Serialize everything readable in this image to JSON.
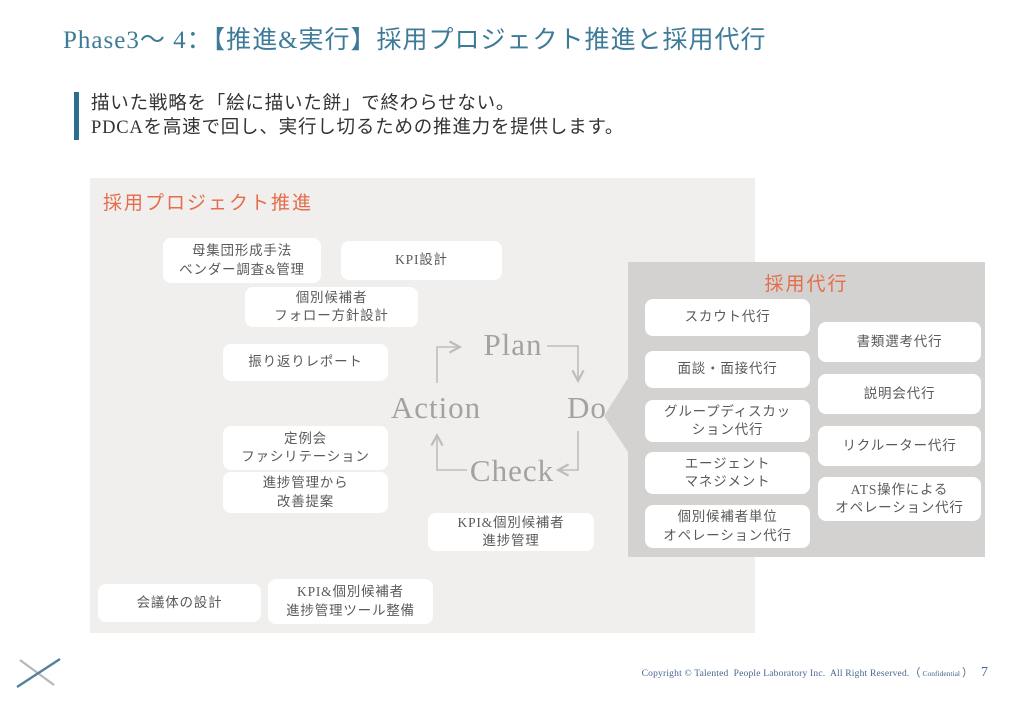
{
  "title": "Phase3～ 4：【推進&実行】採用プロジェクト推進と採用代行",
  "subtitle": {
    "line1": "描いた戦略を「絵に描いた餅」で終わらせない。",
    "line2": "PDCAを高速で回し、実行し切るための推進力を提供します。"
  },
  "promotion_panel": {
    "heading": "採用プロジェクト推進",
    "boxes": [
      {
        "lines": [
          "母集団形成手法",
          "ベンダー調査&管理"
        ]
      },
      {
        "lines": [
          "KPI設計"
        ]
      },
      {
        "lines": [
          "個別候補者",
          "フォロー方針設計"
        ]
      },
      {
        "lines": [
          "振り返りレポート"
        ]
      },
      {
        "lines": [
          "定例会",
          "ファシリテーション"
        ]
      },
      {
        "lines": [
          "進捗管理から",
          "改善提案"
        ]
      },
      {
        "lines": [
          "KPI&個別候補者",
          "進捗管理"
        ]
      },
      {
        "lines": [
          "会議体の設計"
        ]
      },
      {
        "lines": [
          "KPI&個別候補者",
          "進捗管理ツール整備"
        ]
      }
    ]
  },
  "pdca": {
    "plan": "Plan",
    "do": "Do",
    "check": "Check",
    "action": "Action"
  },
  "agency_panel": {
    "heading": "採用代行",
    "left_boxes": [
      {
        "lines": [
          "スカウト代行"
        ]
      },
      {
        "lines": [
          "面談・面接代行"
        ]
      },
      {
        "lines": [
          "グループディスカッ",
          "ション代行"
        ]
      },
      {
        "lines": [
          "エージェント",
          "マネジメント"
        ]
      },
      {
        "lines": [
          "個別候補者単位",
          "オペレーション代行"
        ]
      }
    ],
    "right_boxes": [
      {
        "lines": [
          "書類選考代行"
        ]
      },
      {
        "lines": [
          "説明会代行"
        ]
      },
      {
        "lines": [
          "リクルーター代行"
        ]
      },
      {
        "lines": [
          "ATS操作による",
          "オペレーション代行"
        ]
      }
    ]
  },
  "footer": {
    "copyright": "Copyright © Talented  People Laboratory Inc.  All Right Reserved.",
    "paren_open": "（",
    "confidential": "Confidential",
    "paren_close": "）",
    "page_number": "7"
  },
  "colors": {
    "title_teal": "#3e7b98",
    "accent_orange": "#e56d49",
    "panel_light": "#f0efee",
    "panel_dark": "#d3d2d1",
    "pdca_gray": "#a2a2a2",
    "arrow_gray": "#bdbdbd",
    "footer_blue": "#47678e"
  }
}
